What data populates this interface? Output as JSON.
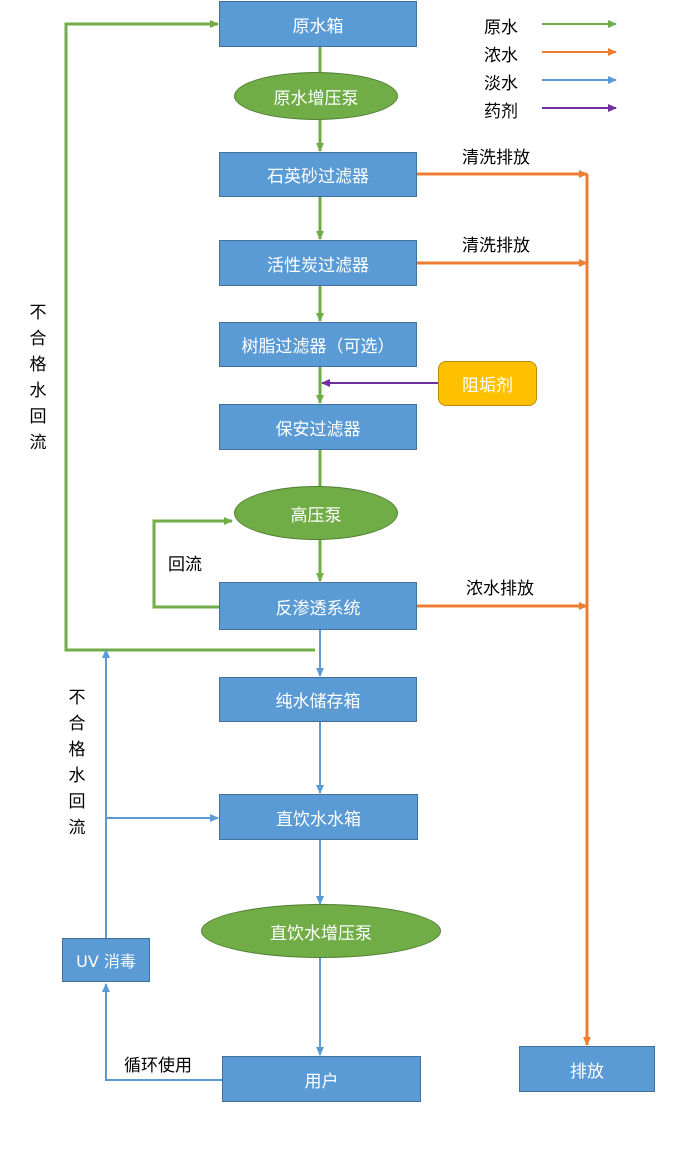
{
  "legend": [
    {
      "label": "原水",
      "color": "#70ad47"
    },
    {
      "label": "浓水",
      "color": "#ed7d31"
    },
    {
      "label": "淡水",
      "color": "#5b9bd5"
    },
    {
      "label": "药剂",
      "color": "#7030a0"
    }
  ],
  "nodes": {
    "raw_tank": "原水箱",
    "raw_pump": "原水增压泵",
    "quartz_filter": "石英砂过滤器",
    "carbon_filter": "活性炭过滤器",
    "resin_filter": "树脂过滤器（可选）",
    "scale_inhibitor": "阻垢剂",
    "security_filter": "保安过滤器",
    "hp_pump": "高压泵",
    "ro_system": "反渗透系统",
    "pure_tank": "纯水储存箱",
    "direct_tank": "直饮水水箱",
    "direct_pump": "直饮水增压泵",
    "uv": "UV 消毒",
    "user": "用户",
    "discharge": "排放"
  },
  "labels": {
    "wash1": "清洗排放",
    "wash2": "清洗排放",
    "conc_discharge": "浓水排放",
    "reflux": "回流",
    "reject_return_1": "不合格水回流",
    "reject_return_2": "不合格水回流",
    "recycle": "循环使用"
  }
}
